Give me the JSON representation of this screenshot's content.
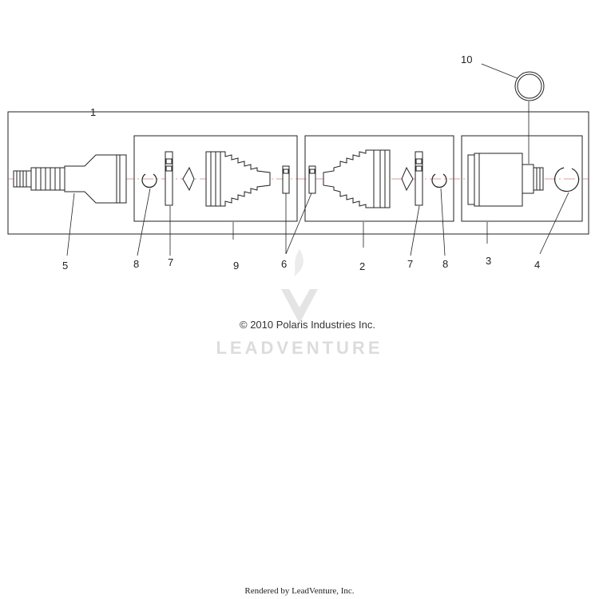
{
  "callouts": [
    "1",
    "2",
    "3",
    "4",
    "5",
    "6",
    "7",
    "7",
    "8",
    "8",
    "9",
    "10"
  ],
  "copyright": "© 2010 Polaris Industries Inc.",
  "watermark": "LEADVENTURE",
  "rendered_by": "Rendered by LeadVenture, Inc.",
  "colors": {
    "line": "#222222",
    "centerline": "#b83a3a",
    "watermark": "#dcdcdc"
  }
}
